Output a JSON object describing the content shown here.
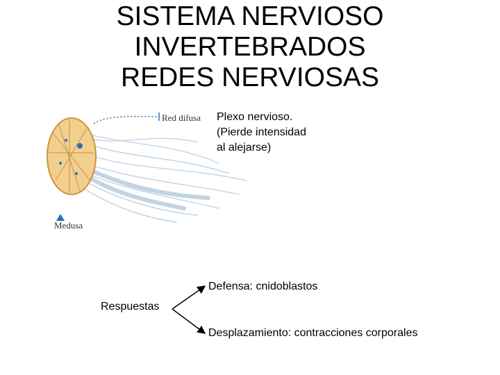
{
  "title_lines": [
    "SISTEMA NERVIOSO",
    "INVERTEBRADOS",
    "REDES NERVIOSAS"
  ],
  "figure": {
    "label_net": "Red difusa",
    "label_animal": "Medusa"
  },
  "note_lines": [
    "Plexo nervioso.",
    "(Pierde intensidad",
    "al alejarse)"
  ],
  "responses": {
    "label": "Respuestas",
    "branch_1": "Defensa: cnidoblastos",
    "branch_2": "Desplazamiento: contracciones corporales"
  }
}
